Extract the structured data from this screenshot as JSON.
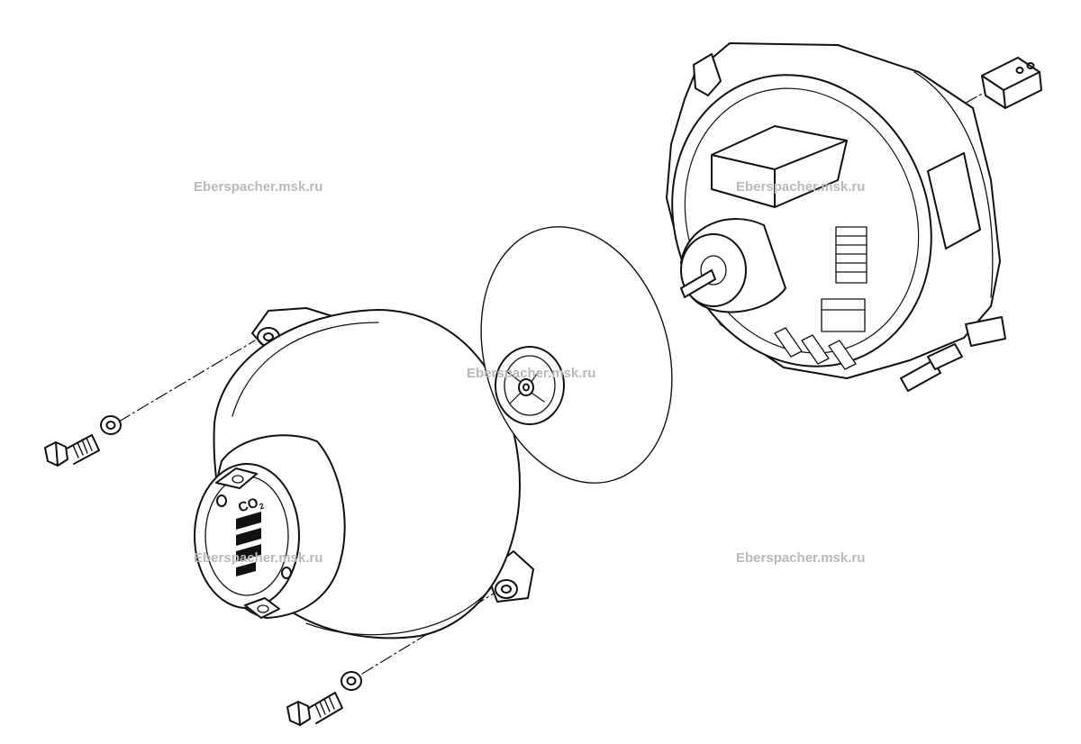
{
  "watermarks": [
    "Eberspacher.msk.ru",
    "Eberspacher.msk.ru",
    "Eberspacher.msk.ru",
    "Eberspacher.msk.ru",
    "Eberspacher.msk.ru"
  ],
  "cover": {
    "co2_label": "CO",
    "co2_subscript": "2"
  },
  "colors": {
    "line": "#111111",
    "watermark": "#b9b9b9",
    "background": "#ffffff"
  }
}
